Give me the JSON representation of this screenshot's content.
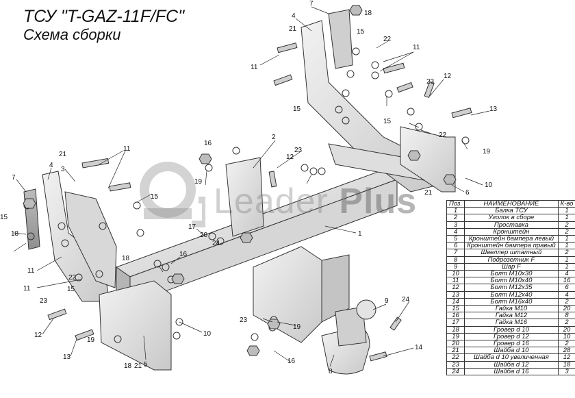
{
  "header": {
    "title": "ТСУ \"T-GAZ-11F/FC\"",
    "subtitle": "Схема сборки"
  },
  "watermark": {
    "text_light": "Leader ",
    "text_bold": "Plus"
  },
  "table": {
    "headers": [
      "Поз.",
      "НАИМЕНОВАНИЕ",
      "К-во"
    ],
    "rows": [
      [
        "1",
        "Балка ТСУ",
        "1"
      ],
      [
        "2",
        "Уголок в сборе",
        "1"
      ],
      [
        "3",
        "Проставка",
        "2"
      ],
      [
        "4",
        "Кронштейн",
        "2"
      ],
      [
        "5",
        "Кронштейн бампера левый",
        "1"
      ],
      [
        "6",
        "Кронштейн бампера правый",
        "1"
      ],
      [
        "7",
        "Швеллер штатный",
        "2"
      ],
      [
        "8",
        "Подрозетник F",
        "1"
      ],
      [
        "9",
        "Шар F",
        "1"
      ],
      [
        "10",
        "Болт М10х30",
        "4"
      ],
      [
        "11",
        "Болт М10х40",
        "16"
      ],
      [
        "12",
        "Болт М12х35",
        "6"
      ],
      [
        "13",
        "Болт М12х40",
        "4"
      ],
      [
        "14",
        "Болт М16х40",
        "2"
      ],
      [
        "15",
        "Гайка М10",
        "20"
      ],
      [
        "16",
        "Гайка М12",
        "8"
      ],
      [
        "17",
        "Гайка  М16",
        "2"
      ],
      [
        "18",
        "Гровер d 10",
        "20"
      ],
      [
        "19",
        "Гровер d 12",
        "10"
      ],
      [
        "20",
        "Гровер d 16",
        "2"
      ],
      [
        "21",
        "Шайба d 10",
        "28"
      ],
      [
        "22",
        "Шайба d 10 увеличенная",
        "12"
      ],
      [
        "23",
        "Шайба d 12",
        "18"
      ],
      [
        "24",
        "Шайба d 16",
        "3"
      ]
    ]
  },
  "callouts": [
    "1",
    "2",
    "3",
    "4",
    "5",
    "6",
    "7",
    "8",
    "9",
    "10",
    "11",
    "12",
    "13",
    "14",
    "15",
    "16",
    "17",
    "18",
    "19",
    "20",
    "21",
    "22",
    "23",
    "24"
  ],
  "colors": {
    "steel_light": "#e9e9e9",
    "steel_mid": "#cfcfcf",
    "steel_dark": "#9a9a9a",
    "outline": "#333333",
    "watermark": "#8a8a8a"
  }
}
